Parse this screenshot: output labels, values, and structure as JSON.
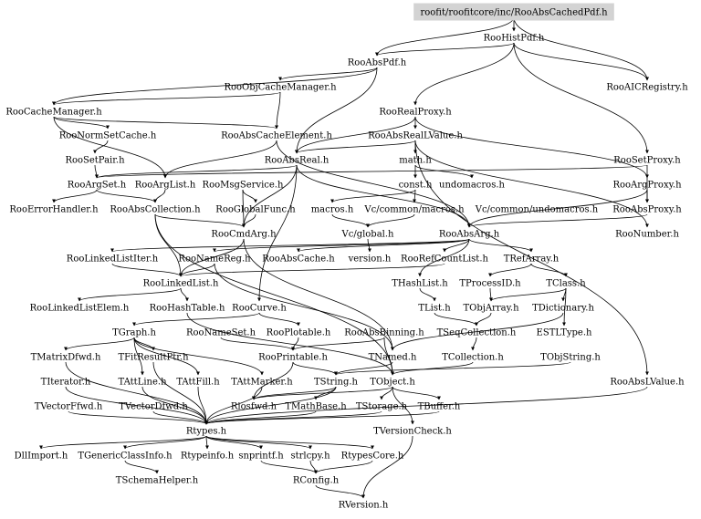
{
  "root": "roofit/roofitcore/inc/RooAbsCachedPdf.h",
  "nodes": [
    {
      "id": "root",
      "label": "roofit/roofitcore/inc/RooAbsCachedPdf.h"
    },
    {
      "id": "RooHistPdf",
      "label": "RooHistPdf.h"
    },
    {
      "id": "RooAbsPdf",
      "label": "RooAbsPdf.h"
    },
    {
      "id": "RooAICRegistry",
      "label": "RooAICRegistry.h"
    },
    {
      "id": "RooObjCacheManager",
      "label": "RooObjCacheManager.h"
    },
    {
      "id": "RooCacheManager",
      "label": "RooCacheManager.h"
    },
    {
      "id": "RooRealProxy",
      "label": "RooRealProxy.h"
    },
    {
      "id": "RooNormSetCache",
      "label": "RooNormSetCache.h"
    },
    {
      "id": "RooAbsCacheElement",
      "label": "RooAbsCacheElement.h"
    },
    {
      "id": "RooAbsRealLValue",
      "label": "RooAbsRealLValue.h"
    },
    {
      "id": "RooSetPair",
      "label": "RooSetPair.h"
    },
    {
      "id": "RooAbsReal",
      "label": "RooAbsReal.h"
    },
    {
      "id": "math",
      "label": "math.h"
    },
    {
      "id": "RooSetProxy",
      "label": "RooSetProxy.h"
    },
    {
      "id": "RooArgSet",
      "label": "RooArgSet.h"
    },
    {
      "id": "RooArgList",
      "label": "RooArgList.h"
    },
    {
      "id": "RooMsgService",
      "label": "RooMsgService.h"
    },
    {
      "id": "const",
      "label": "const.h"
    },
    {
      "id": "undomacros",
      "label": "undomacros.h"
    },
    {
      "id": "RooArgProxy",
      "label": "RooArgProxy.h"
    },
    {
      "id": "RooErrorHandler",
      "label": "RooErrorHandler.h"
    },
    {
      "id": "RooAbsCollection",
      "label": "RooAbsCollection.h"
    },
    {
      "id": "RooGlobalFunc",
      "label": "RooGlobalFunc.h"
    },
    {
      "id": "macros",
      "label": "macros.h"
    },
    {
      "id": "VcMacros",
      "label": "Vc/common/macros.h"
    },
    {
      "id": "VcUndomacros",
      "label": "Vc/common/undomacros.h"
    },
    {
      "id": "RooAbsProxy",
      "label": "RooAbsProxy.h"
    },
    {
      "id": "RooCmdArg",
      "label": "RooCmdArg.h"
    },
    {
      "id": "VcGlobal",
      "label": "Vc/global.h"
    },
    {
      "id": "RooAbsArg",
      "label": "RooAbsArg.h"
    },
    {
      "id": "RooNumber",
      "label": "RooNumber.h"
    },
    {
      "id": "RooLinkedListIter",
      "label": "RooLinkedListIter.h"
    },
    {
      "id": "RooNameReg",
      "label": "RooNameReg.h"
    },
    {
      "id": "RooAbsCache",
      "label": "RooAbsCache.h"
    },
    {
      "id": "version",
      "label": "version.h"
    },
    {
      "id": "RooRefCountList",
      "label": "RooRefCountList.h"
    },
    {
      "id": "TRefArray",
      "label": "TRefArray.h"
    },
    {
      "id": "RooLinkedList",
      "label": "RooLinkedList.h"
    },
    {
      "id": "THashList",
      "label": "THashList.h"
    },
    {
      "id": "TProcessID",
      "label": "TProcessID.h"
    },
    {
      "id": "TClass",
      "label": "TClass.h"
    },
    {
      "id": "RooLinkedListElem",
      "label": "RooLinkedListElem.h"
    },
    {
      "id": "RooHashTable",
      "label": "RooHashTable.h"
    },
    {
      "id": "RooCurve",
      "label": "RooCurve.h"
    },
    {
      "id": "TList",
      "label": "TList.h"
    },
    {
      "id": "TObjArray",
      "label": "TObjArray.h"
    },
    {
      "id": "TDictionary",
      "label": "TDictionary.h"
    },
    {
      "id": "TGraph",
      "label": "TGraph.h"
    },
    {
      "id": "RooNameSet",
      "label": "RooNameSet.h"
    },
    {
      "id": "RooPlotable",
      "label": "RooPlotable.h"
    },
    {
      "id": "RooAbsBinning",
      "label": "RooAbsBinning.h"
    },
    {
      "id": "TSeqCollection",
      "label": "TSeqCollection.h"
    },
    {
      "id": "ESTLType",
      "label": "ESTLType.h"
    },
    {
      "id": "TMatrixDfwd",
      "label": "TMatrixDfwd.h"
    },
    {
      "id": "TFitResultPtr",
      "label": "TFitResultPtr.h"
    },
    {
      "id": "RooPrintable",
      "label": "RooPrintable.h"
    },
    {
      "id": "TNamed",
      "label": "TNamed.h"
    },
    {
      "id": "TCollection",
      "label": "TCollection.h"
    },
    {
      "id": "TObjString",
      "label": "TObjString.h"
    },
    {
      "id": "TIterator",
      "label": "TIterator.h"
    },
    {
      "id": "TAttLine",
      "label": "TAttLine.h"
    },
    {
      "id": "TAttFill",
      "label": "TAttFill.h"
    },
    {
      "id": "TAttMarker",
      "label": "TAttMarker.h"
    },
    {
      "id": "TString",
      "label": "TString.h"
    },
    {
      "id": "TObject",
      "label": "TObject.h"
    },
    {
      "id": "RooAbsLValue",
      "label": "RooAbsLValue.h"
    },
    {
      "id": "TVectorFfwd",
      "label": "TVectorFfwd.h"
    },
    {
      "id": "TVectorDfwd",
      "label": "TVectorDfwd.h"
    },
    {
      "id": "Riosfwd",
      "label": "Riosfwd.h"
    },
    {
      "id": "TMathBase",
      "label": "TMathBase.h"
    },
    {
      "id": "TStorage",
      "label": "TStorage.h"
    },
    {
      "id": "TBuffer",
      "label": "TBuffer.h"
    },
    {
      "id": "TVersionCheck",
      "label": "TVersionCheck.h"
    },
    {
      "id": "Rtypes",
      "label": "Rtypes.h"
    },
    {
      "id": "DllImport",
      "label": "DllImport.h"
    },
    {
      "id": "TGenericClassInfo",
      "label": "TGenericClassInfo.h"
    },
    {
      "id": "Rtypeinfo",
      "label": "Rtypeinfo.h"
    },
    {
      "id": "snprintf",
      "label": "snprintf.h"
    },
    {
      "id": "strlcpy",
      "label": "strlcpy.h"
    },
    {
      "id": "RtypesCore",
      "label": "RtypesCore.h"
    },
    {
      "id": "TSchemaHelper",
      "label": "TSchemaHelper.h"
    },
    {
      "id": "RConfig",
      "label": "RConfig.h"
    },
    {
      "id": "RVersion",
      "label": "RVersion.h"
    }
  ],
  "edges": [
    [
      "root",
      "RooHistPdf"
    ],
    [
      "root",
      "RooAbsPdf"
    ],
    [
      "root",
      "RooAICRegistry"
    ],
    [
      "RooHistPdf",
      "RooAbsPdf"
    ],
    [
      "RooHistPdf",
      "RooRealProxy"
    ],
    [
      "RooHistPdf",
      "RooAICRegistry"
    ],
    [
      "RooHistPdf",
      "RooSetProxy"
    ],
    [
      "RooAbsPdf",
      "RooObjCacheManager"
    ],
    [
      "RooAbsPdf",
      "RooAbsReal"
    ],
    [
      "RooAbsPdf",
      "RooCacheManager"
    ],
    [
      "RooObjCacheManager",
      "RooCacheManager"
    ],
    [
      "RooObjCacheManager",
      "RooAbsCacheElement"
    ],
    [
      "RooCacheManager",
      "RooNormSetCache"
    ],
    [
      "RooCacheManager",
      "RooAbsCacheElement"
    ],
    [
      "RooCacheManager",
      "RooArgList"
    ],
    [
      "RooRealProxy",
      "RooAbsRealLValue"
    ],
    [
      "RooRealProxy",
      "RooAbsReal"
    ],
    [
      "RooRealProxy",
      "RooArgProxy"
    ],
    [
      "RooNormSetCache",
      "RooSetPair"
    ],
    [
      "RooAbsCacheElement",
      "RooAbsArg"
    ],
    [
      "RooAbsCacheElement",
      "RooArgList"
    ],
    [
      "RooAbsRealLValue",
      "math"
    ],
    [
      "RooAbsRealLValue",
      "RooAbsReal"
    ],
    [
      "RooAbsRealLValue",
      "RooNumber"
    ],
    [
      "RooAbsRealLValue",
      "RooAbsLValue"
    ],
    [
      "RooSetPair",
      "RooArgSet"
    ],
    [
      "RooAbsReal",
      "RooArgSet"
    ],
    [
      "RooAbsReal",
      "RooAbsArg"
    ],
    [
      "RooAbsReal",
      "RooCmdArg"
    ],
    [
      "RooAbsReal",
      "RooCurve"
    ],
    [
      "math",
      "const"
    ],
    [
      "math",
      "undomacros"
    ],
    [
      "RooSetProxy",
      "RooArgSet"
    ],
    [
      "RooSetProxy",
      "RooAbsProxy"
    ],
    [
      "RooArgSet",
      "RooAbsCollection"
    ],
    [
      "RooArgSet",
      "RooErrorHandler"
    ],
    [
      "RooArgList",
      "RooAbsCollection"
    ],
    [
      "RooMsgService",
      "RooGlobalFunc"
    ],
    [
      "RooMsgService",
      "RooCmdArg"
    ],
    [
      "const",
      "macros"
    ],
    [
      "const",
      "VcMacros"
    ],
    [
      "RooArgProxy",
      "RooAbsProxy"
    ],
    [
      "RooArgProxy",
      "RooAbsArg"
    ],
    [
      "RooAbsCollection",
      "RooLinkedList"
    ],
    [
      "RooAbsCollection",
      "RooCmdArg"
    ],
    [
      "RooAbsCollection",
      "TObject"
    ],
    [
      "RooGlobalFunc",
      "RooCmdArg"
    ],
    [
      "macros",
      "VcGlobal"
    ],
    [
      "VcMacros",
      "VcGlobal"
    ],
    [
      "VcGlobal",
      "version"
    ],
    [
      "RooAbsProxy",
      "RooAbsArg"
    ],
    [
      "RooCmdArg",
      "RooLinkedList"
    ],
    [
      "RooCmdArg",
      "TNamed"
    ],
    [
      "RooAbsArg",
      "RooNameReg"
    ],
    [
      "RooAbsArg",
      "RooAbsCache"
    ],
    [
      "RooAbsArg",
      "RooRefCountList"
    ],
    [
      "RooAbsArg",
      "TRefArray"
    ],
    [
      "RooAbsArg",
      "THashList"
    ],
    [
      "RooAbsArg",
      "RooLinkedListIter"
    ],
    [
      "RooLinkedListIter",
      "RooLinkedList"
    ],
    [
      "RooNameReg",
      "RooLinkedList"
    ],
    [
      "RooNameReg",
      "TNamed"
    ],
    [
      "RooRefCountList",
      "RooLinkedList"
    ],
    [
      "TRefArray",
      "TProcessID"
    ],
    [
      "TRefArray",
      "TClass"
    ],
    [
      "RooLinkedList",
      "RooLinkedListElem"
    ],
    [
      "RooLinkedList",
      "RooHashTable"
    ],
    [
      "THashList",
      "TList"
    ],
    [
      "TProcessID",
      "TObjArray"
    ],
    [
      "TClass",
      "TDictionary"
    ],
    [
      "TClass",
      "TObjArray"
    ],
    [
      "TClass",
      "ESTLType"
    ],
    [
      "RooHashTable",
      "TObject"
    ],
    [
      "RooCurve",
      "TGraph"
    ],
    [
      "RooCurve",
      "RooPlotable"
    ],
    [
      "TList",
      "TSeqCollection"
    ],
    [
      "TObjArray",
      "TSeqCollection"
    ],
    [
      "TDictionary",
      "TNamed"
    ],
    [
      "TGraph",
      "TAttLine"
    ],
    [
      "TGraph",
      "TAttFill"
    ],
    [
      "TGraph",
      "TAttMarker"
    ],
    [
      "TGraph",
      "TMatrixDfwd"
    ],
    [
      "TGraph",
      "TFitResultPtr"
    ],
    [
      "RooNameSet",
      "RooPrintable"
    ],
    [
      "RooPlotable",
      "RooPrintable"
    ],
    [
      "RooAbsBinning",
      "TObject"
    ],
    [
      "RooAbsBinning",
      "RooPrintable"
    ],
    [
      "TSeqCollection",
      "TCollection"
    ],
    [
      "TMatrixDfwd",
      "Rtypes"
    ],
    [
      "TFitResultPtr",
      "Rtypes"
    ],
    [
      "RooPrintable",
      "Riosfwd"
    ],
    [
      "RooPrintable",
      "TString"
    ],
    [
      "TNamed",
      "TString"
    ],
    [
      "TCollection",
      "TObject"
    ],
    [
      "TObjString",
      "TString"
    ],
    [
      "TIterator",
      "Rtypes"
    ],
    [
      "TAttLine",
      "Rtypes"
    ],
    [
      "TAttFill",
      "Rtypes"
    ],
    [
      "TAttMarker",
      "Rtypes"
    ],
    [
      "TString",
      "Rtypes"
    ],
    [
      "TString",
      "TMathBase"
    ],
    [
      "TString",
      "Riosfwd"
    ],
    [
      "TObject",
      "TStorage"
    ],
    [
      "TObject",
      "TBuffer"
    ],
    [
      "TObject",
      "TVersionCheck"
    ],
    [
      "TObject",
      "Riosfwd"
    ],
    [
      "TVectorFfwd",
      "Rtypes"
    ],
    [
      "TVectorDfwd",
      "Rtypes"
    ],
    [
      "TMathBase",
      "Rtypes"
    ],
    [
      "TStorage",
      "Rtypes"
    ],
    [
      "TBuffer",
      "Rtypes"
    ],
    [
      "TVersionCheck",
      "RVersion"
    ],
    [
      "RooAbsLValue",
      "Rtypes"
    ],
    [
      "Rtypes",
      "DllImport"
    ],
    [
      "Rtypes",
      "TGenericClassInfo"
    ],
    [
      "Rtypes",
      "Rtypeinfo"
    ],
    [
      "Rtypes",
      "snprintf"
    ],
    [
      "Rtypes",
      "strlcpy"
    ],
    [
      "Rtypes",
      "RtypesCore"
    ],
    [
      "TGenericClassInfo",
      "TSchemaHelper"
    ],
    [
      "snprintf",
      "RConfig"
    ],
    [
      "strlcpy",
      "RConfig"
    ],
    [
      "RtypesCore",
      "RConfig"
    ],
    [
      "RConfig",
      "RVersion"
    ]
  ]
}
